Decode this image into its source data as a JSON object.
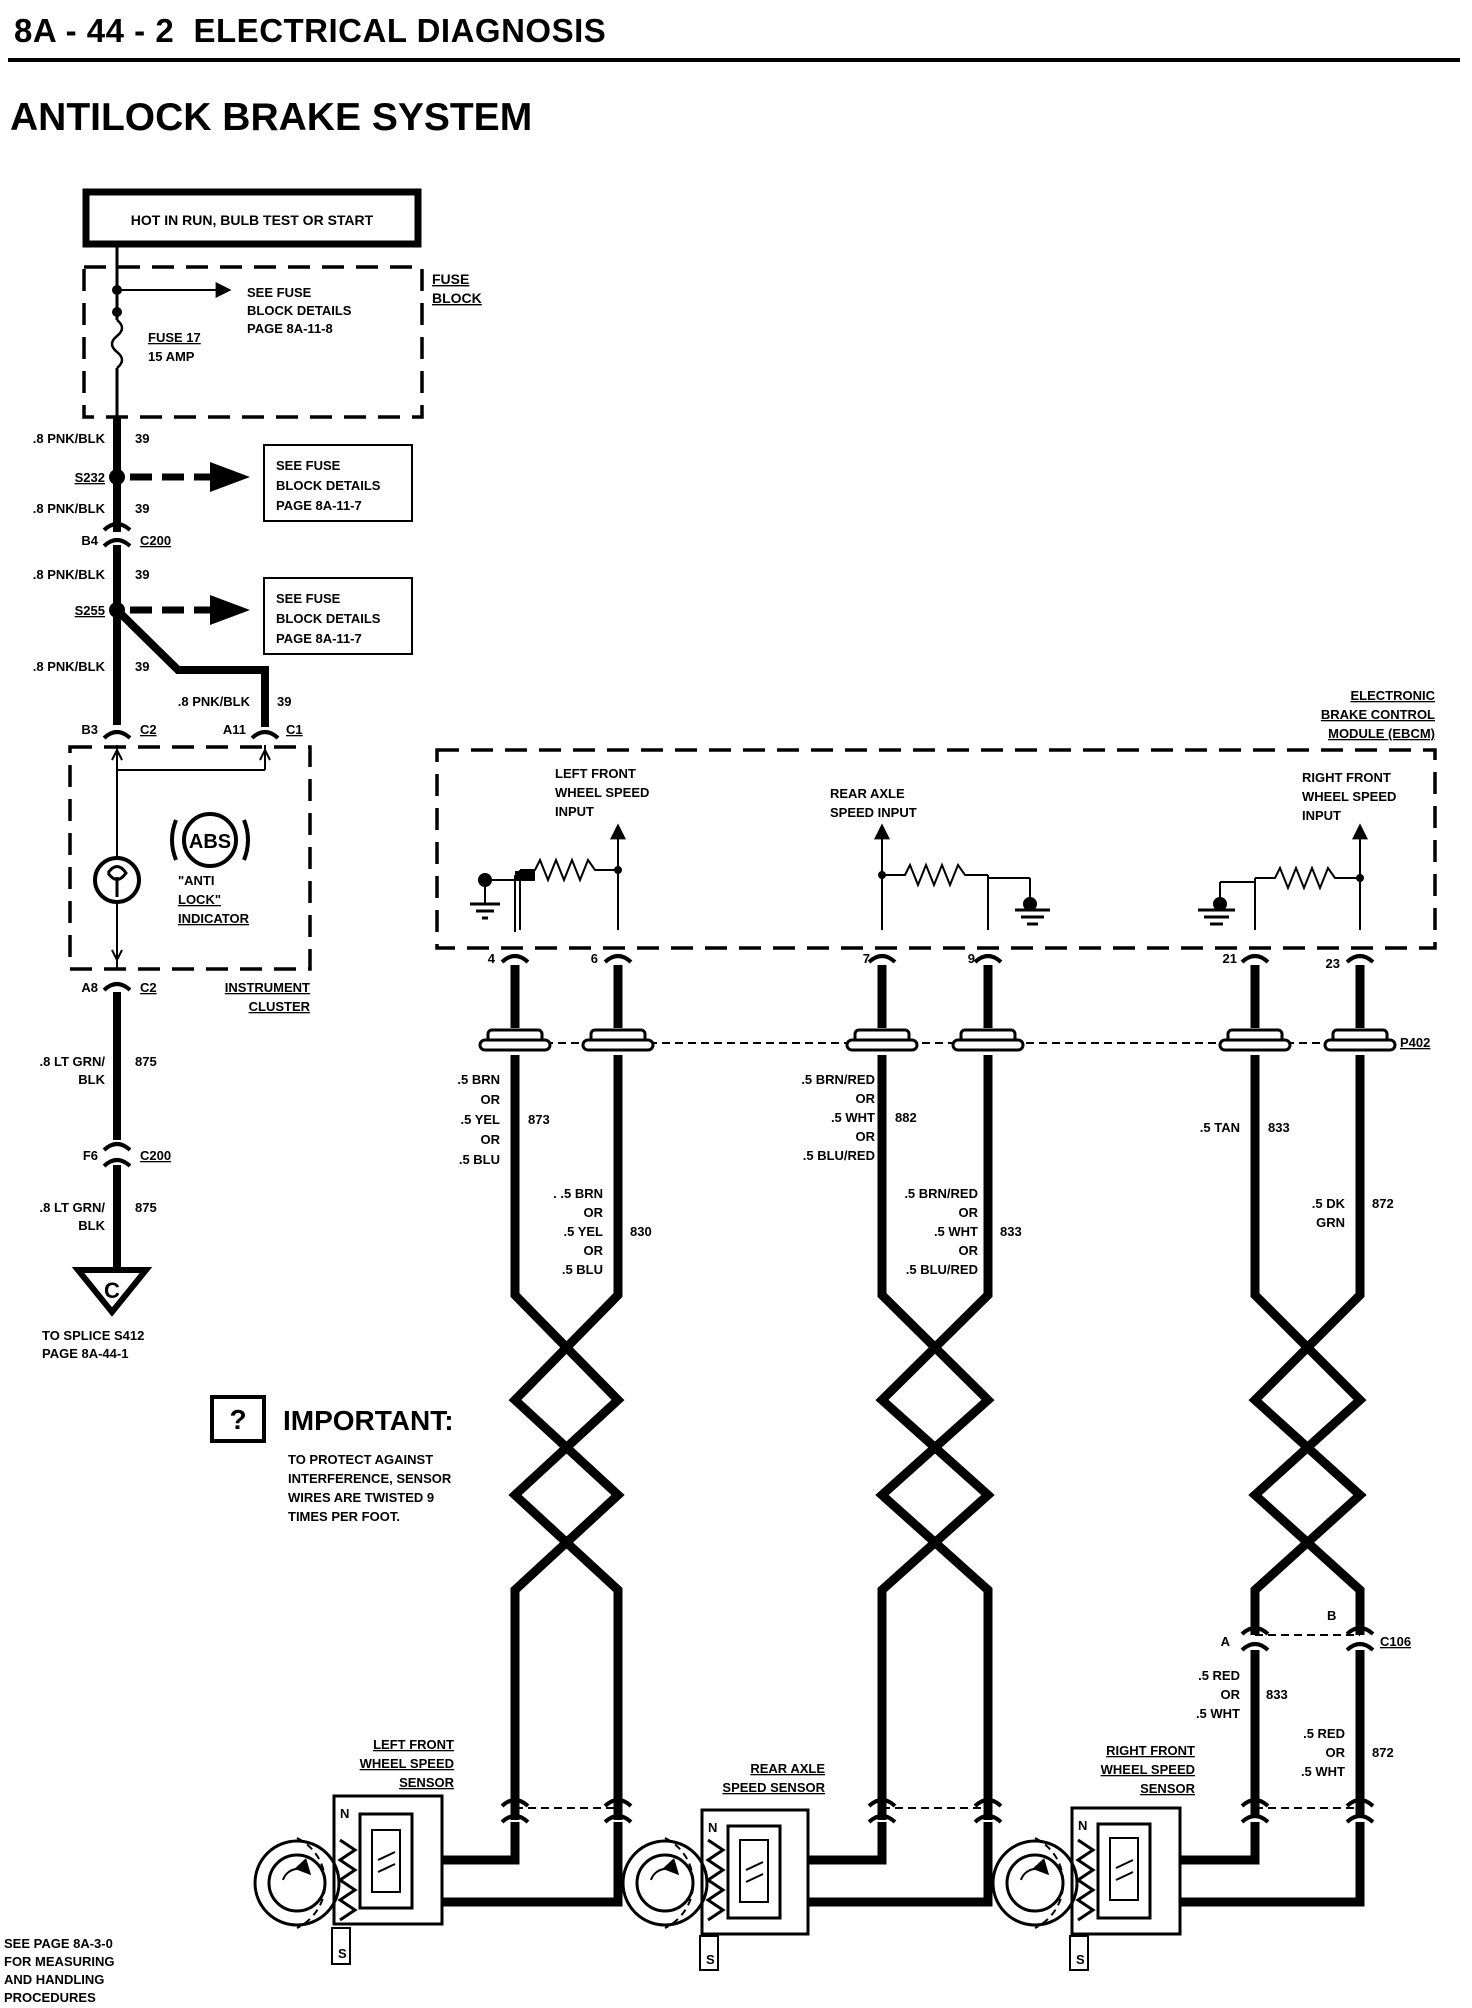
{
  "header": {
    "section": "8A - 44 - 2",
    "title": "ELECTRICAL DIAGNOSIS",
    "system_title": "ANTILOCK BRAKE SYSTEM"
  },
  "power": {
    "hot_label": "HOT IN RUN, BULB TEST OR START",
    "fuse_block_label": [
      "FUSE",
      "BLOCK"
    ],
    "fuse_block_ref": [
      "SEE FUSE",
      "BLOCK DETAILS",
      "PAGE 8A-11-8"
    ],
    "fuse_name": "FUSE 17",
    "fuse_rating": "15 AMP"
  },
  "feed": {
    "wire1_color": ".8 PNK/BLK",
    "wire1_circuit": "39",
    "splice1": "S232",
    "splice1_ref": [
      "SEE FUSE",
      "BLOCK DETAILS",
      "PAGE 8A-11-7"
    ],
    "wire2_color": ".8 PNK/BLK",
    "wire2_circuit": "39",
    "conn1_pin": "B4",
    "conn1_name": "C200",
    "wire3_color": ".8 PNK/BLK",
    "wire3_circuit": "39",
    "splice2": "S255",
    "splice2_ref": [
      "SEE FUSE",
      "BLOCK DETAILS",
      "PAGE 8A-11-7"
    ],
    "wire4_color": ".8 PNK/BLK",
    "wire4_circuit": "39",
    "wire5_color": ".8 PNK/BLK",
    "wire5_circuit": "39"
  },
  "cluster": {
    "pin_b3": "B3",
    "conn_c2": "C2",
    "pin_a11": "A11",
    "conn_c1": "C1",
    "abs_icon_text": "ABS",
    "indicator_label": [
      "\"ANTI",
      "LOCK\"",
      "INDICATOR"
    ],
    "pin_a8": "A8",
    "conn_c2b": "C2",
    "cluster_label": [
      "INSTRUMENT",
      "CLUSTER"
    ]
  },
  "ground_path": {
    "wire1_color": [
      ".8 LT GRN/",
      "BLK"
    ],
    "wire1_circuit": "875",
    "conn_pin": "F6",
    "conn_name": "C200",
    "wire2_color": [
      ".8 LT GRN/",
      "BLK"
    ],
    "wire2_circuit": "875",
    "splice_letter": "C",
    "splice_ref": [
      "TO SPLICE S412",
      "PAGE 8A-44-1"
    ]
  },
  "ebcm": {
    "label": [
      "ELECTRONIC",
      "BRAKE CONTROL",
      "MODULE (EBCM)"
    ],
    "lf_input": [
      "LEFT FRONT",
      "WHEEL SPEED",
      "INPUT"
    ],
    "rear_input": [
      "REAR AXLE",
      "SPEED INPUT"
    ],
    "rf_input": [
      "RIGHT FRONT",
      "WHEEL SPEED",
      "INPUT"
    ],
    "pins": [
      "4",
      "6",
      "7",
      "9",
      "21",
      "23"
    ],
    "connector": "P402"
  },
  "wires": {
    "w873": [
      ".5 BRN",
      "OR",
      ".5 YEL",
      "OR",
      ".5 BLU"
    ],
    "c873": "873",
    "w830": [
      ". .5 BRN",
      "OR",
      ".5 YEL",
      "OR",
      ".5 BLU"
    ],
    "c830": "830",
    "w882": [
      ".5 BRN/RED",
      "OR",
      ".5 WHT",
      "OR",
      ".5 BLU/RED"
    ],
    "c882": "882",
    "w833a": [
      ".5 BRN/RED",
      "OR",
      ".5 WHT",
      "OR",
      ".5 BLU/RED"
    ],
    "c833a": "833",
    "w833b": [
      ".5 TAN"
    ],
    "c833b": "833",
    "w872": [
      ".5 DK",
      "GRN"
    ],
    "c872": "872"
  },
  "important": {
    "icon": "?",
    "title": "IMPORTANT:",
    "text": [
      "TO PROTECT AGAINST",
      "INTERFERENCE, SENSOR",
      "WIRES ARE TWISTED 9",
      "TIMES PER FOOT."
    ]
  },
  "rf_lower": {
    "pin_a": "A",
    "pin_b": "B",
    "connector": "C106",
    "w833": [
      ".5 RED",
      "OR",
      ".5 WHT"
    ],
    "c833": "833",
    "w872": [
      ".5 RED",
      "OR",
      ".5 WHT"
    ],
    "c872": "872"
  },
  "sensors": {
    "lf": [
      "LEFT FRONT",
      "WHEEL SPEED",
      "SENSOR"
    ],
    "rear": [
      "REAR AXLE",
      "SPEED SENSOR"
    ],
    "rf": [
      "RIGHT FRONT",
      "WHEEL SPEED",
      "SENSOR"
    ],
    "pole_n": "N",
    "pole_s": "S"
  },
  "footer": [
    "SEE PAGE 8A-3-0",
    "FOR MEASURING",
    "AND HANDLING",
    "PROCEDURES"
  ]
}
